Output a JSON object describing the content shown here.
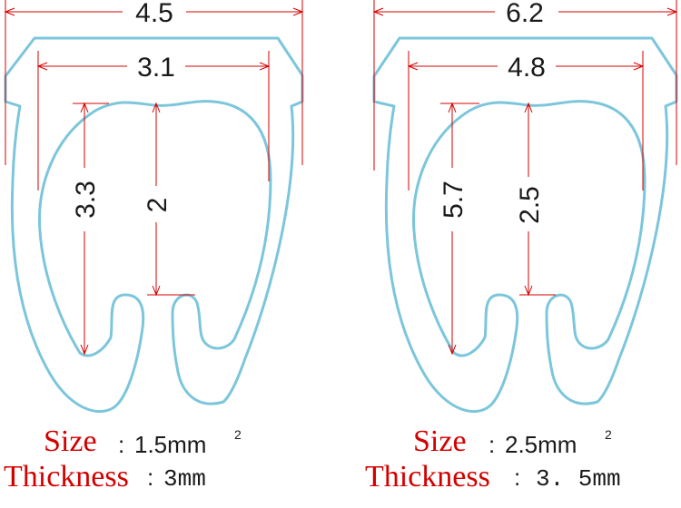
{
  "colors": {
    "profile": "#7cc6dc",
    "dimension_line": "#d40000",
    "dimension_text": "#1a1a1a",
    "label_text": "#d40000"
  },
  "left": {
    "outer_width": "4.5",
    "inner_width": "3.1",
    "inner_height": "3.3",
    "gap_height": "2",
    "size_label": "Size",
    "size_colon": ":",
    "size_value": "1.5mm",
    "size_exp": "2",
    "thickness_label": "Thickness",
    "thickness_colon": ":",
    "thickness_value": "3mm"
  },
  "right": {
    "outer_width": "6.2",
    "inner_width": "4.8",
    "inner_height": "5.7",
    "gap_height": "2.5",
    "size_label": "Size",
    "size_colon": ":",
    "size_value": "2.5mm",
    "size_exp": "2",
    "thickness_label": "Thickness",
    "thickness_colon": ":",
    "thickness_value": "3. 5mm"
  }
}
